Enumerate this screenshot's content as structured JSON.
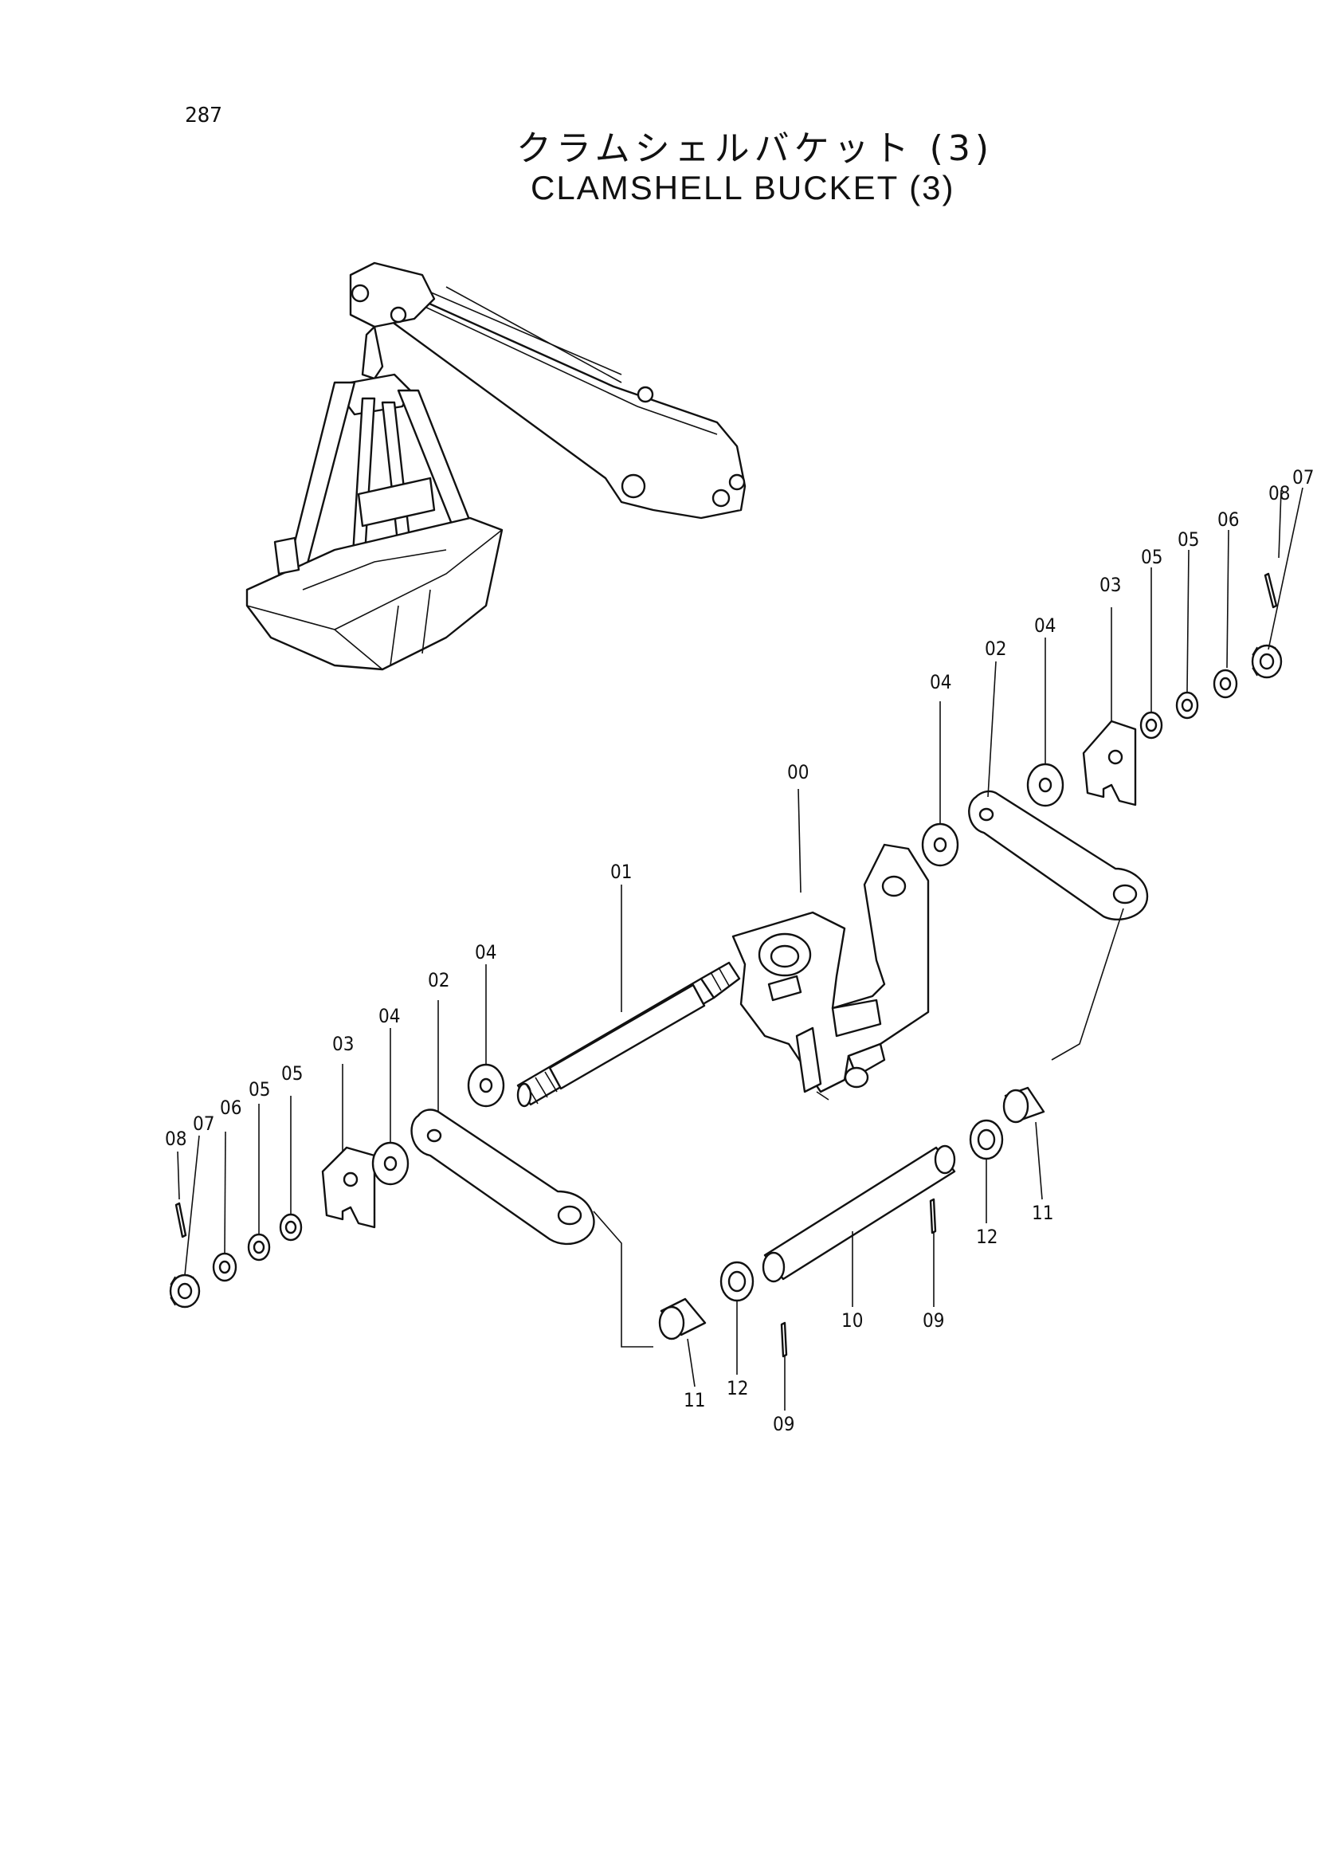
{
  "page": {
    "number": "287",
    "title_jp": "クラムシェルバケット (3)",
    "title_en": "CLAMSHELL BUCKET (3)"
  },
  "parts": [
    {
      "ref": "00"
    },
    {
      "ref": "01"
    },
    {
      "ref": "02"
    },
    {
      "ref": "03"
    },
    {
      "ref": "04"
    },
    {
      "ref": "05"
    },
    {
      "ref": "06"
    },
    {
      "ref": "07"
    },
    {
      "ref": "08"
    },
    {
      "ref": "09"
    },
    {
      "ref": "10"
    },
    {
      "ref": "11"
    },
    {
      "ref": "12"
    }
  ],
  "callouts": {
    "right": [
      "07",
      "08",
      "06",
      "05",
      "05",
      "03",
      "04",
      "02",
      "04"
    ],
    "center": [
      "00",
      "01"
    ],
    "left": [
      "04",
      "02",
      "04",
      "03",
      "05",
      "05",
      "06",
      "07",
      "08"
    ],
    "bottom": [
      "11",
      "12",
      "09",
      "10",
      "09",
      "12",
      "11"
    ]
  }
}
